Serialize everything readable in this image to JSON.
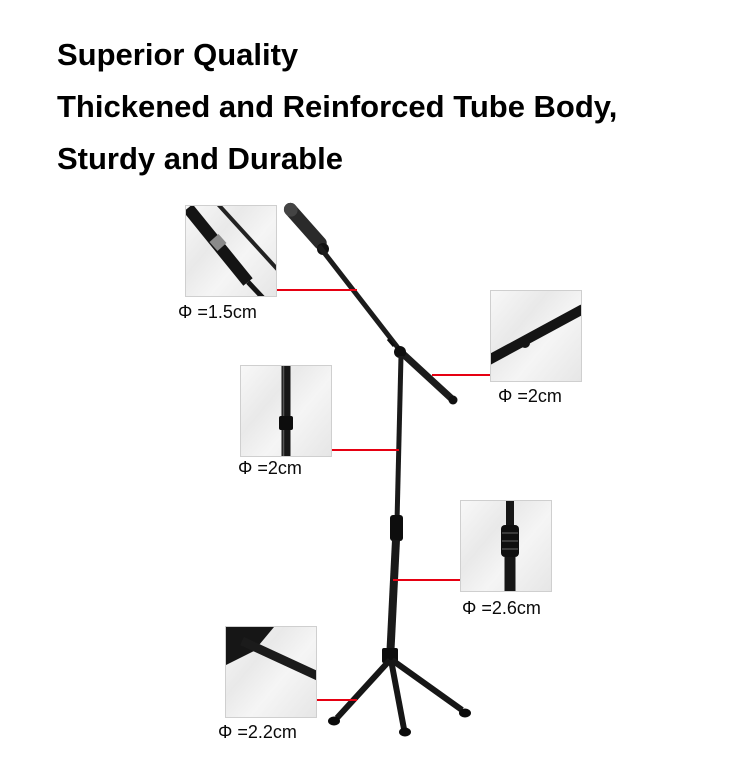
{
  "heading": {
    "line1": "Superior Quality",
    "line2": "Thickened and Reinforced Tube Body,",
    "line3": "Sturdy and Durable"
  },
  "callouts": [
    {
      "part": "boom-arm-tip",
      "label": "Φ =1.5cm"
    },
    {
      "part": "boom-arm",
      "label": "Φ =2cm"
    },
    {
      "part": "upper-pole",
      "label": "Φ =2cm"
    },
    {
      "part": "lower-pole-coupler",
      "label": "Φ =2.6cm"
    },
    {
      "part": "tripod-leg",
      "label": "Φ =2.2cm"
    }
  ],
  "colors": {
    "connector_red": "#e60012",
    "tube_black": "#161616",
    "background": "#ffffff"
  }
}
